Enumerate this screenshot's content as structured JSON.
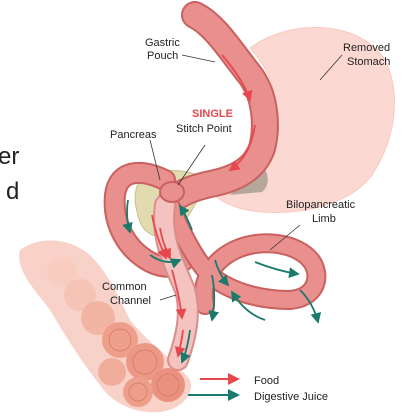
{
  "labels": {
    "gastric_pouch_1": "Gastric",
    "gastric_pouch_2": "Pouch",
    "removed_stomach_1": "Removed",
    "removed_stomach_2": "Stomach",
    "single": "SINGLE",
    "stitch_point": "Stitch Point",
    "pancreas": "Pancreas",
    "bilio_1": "Bilopancreatic",
    "bilio_2": "Limb",
    "common_1": "Common",
    "common_2": "Channel"
  },
  "cutoff_text": {
    "line1": "er",
    "line2": "d"
  },
  "legend": {
    "food": "Food",
    "digestive_juice": "Digestive Juice"
  },
  "colors": {
    "food_arrow": "#e8474d",
    "juice_arrow": "#1a7a6b",
    "intestine": "#e98f8e",
    "intestine_dark": "#c8615f",
    "removed_stomach": "#fbd9d2",
    "pancreas": "#e2dbb0",
    "colon": "#f1a997"
  }
}
